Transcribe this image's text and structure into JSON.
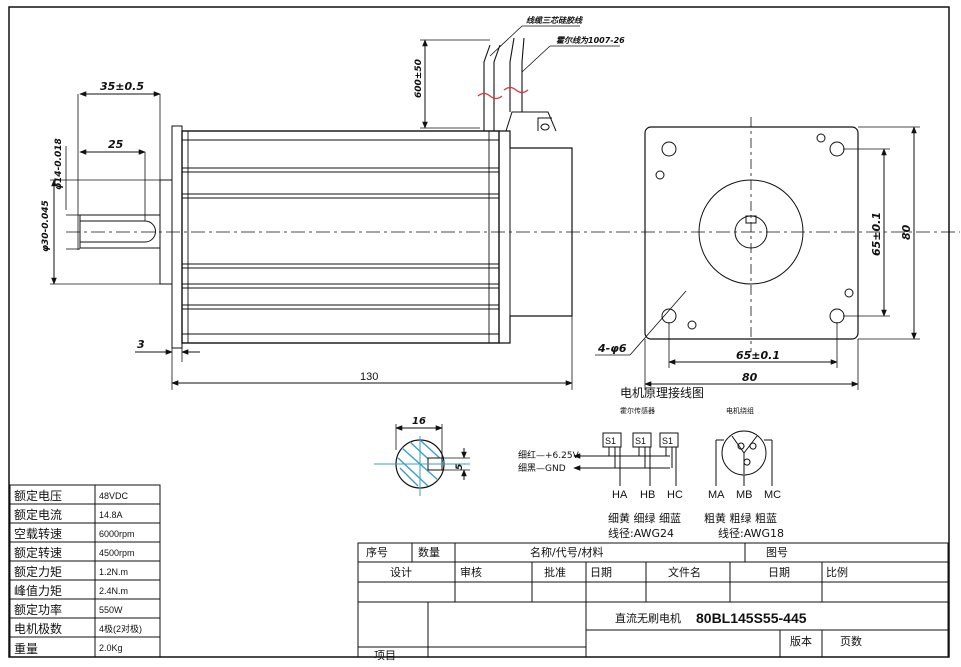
{
  "front_view": {
    "dim_shaft_length": "35±0.5",
    "dim_key_length": "25",
    "dim_shaft_dia": "φ14-0.018",
    "dim_pilot_dia": "φ30-0.045",
    "dim_flange": "3",
    "dim_body_length": "130",
    "dim_cable_length": "600±50",
    "cable_note_1": "线缆三芯硅胶线",
    "cable_note_2": "霍尔线为1007-26"
  },
  "end_view": {
    "dim_holes": "4-φ6",
    "dim_hole_spacing_h": "65±0.1",
    "dim_hole_spacing_v": "65±0.1",
    "dim_width": "80",
    "dim_height": "80"
  },
  "key_section": {
    "dim_width": "16",
    "dim_key": "5"
  },
  "wiring": {
    "title": "电机原理接线图",
    "hall_label": "霍尔传感器",
    "winding_label": "电机绕组",
    "red_line": "细红—+6.25V",
    "black_line": "细黑—GND",
    "sensor_labels": [
      "S1",
      "S1",
      "S1"
    ],
    "hall_pins": [
      "HA",
      "HB",
      "HC"
    ],
    "hall_colors": "细黄 细绿 细蓝",
    "hall_awg": "线径:AWG24",
    "motor_pins": [
      "MA",
      "MB",
      "MC"
    ],
    "motor_colors": "粗黄 粗绿  粗蓝",
    "motor_awg": "线径:AWG18"
  },
  "specs": [
    {
      "label": "额定电压",
      "value": "48VDC"
    },
    {
      "label": "额定电流",
      "value": "14.8A"
    },
    {
      "label": "空载转速",
      "value": "6000rpm"
    },
    {
      "label": "额定转速",
      "value": "4500rpm"
    },
    {
      "label": "额定力矩",
      "value": "1.2N.m"
    },
    {
      "label": "峰值力矩",
      "value": "2.4N.m"
    },
    {
      "label": "额定功率",
      "value": "550W"
    },
    {
      "label": "电机极数",
      "value": "4极(2对极)"
    },
    {
      "label": "重量",
      "value": "2.0Kg"
    }
  ],
  "title_block": {
    "seq": "序号",
    "qty": "数量",
    "name": "名称/代号/材料",
    "drawing_no": "图号",
    "design": "设计",
    "review": "审核",
    "approve": "批准",
    "date1": "日期",
    "file_name": "文件名",
    "date2": "日期",
    "scale": "比例",
    "product_type": "直流无刷电机",
    "model": "80BL145S55-445",
    "version": "版本",
    "pages": "页数",
    "item": "项目"
  }
}
